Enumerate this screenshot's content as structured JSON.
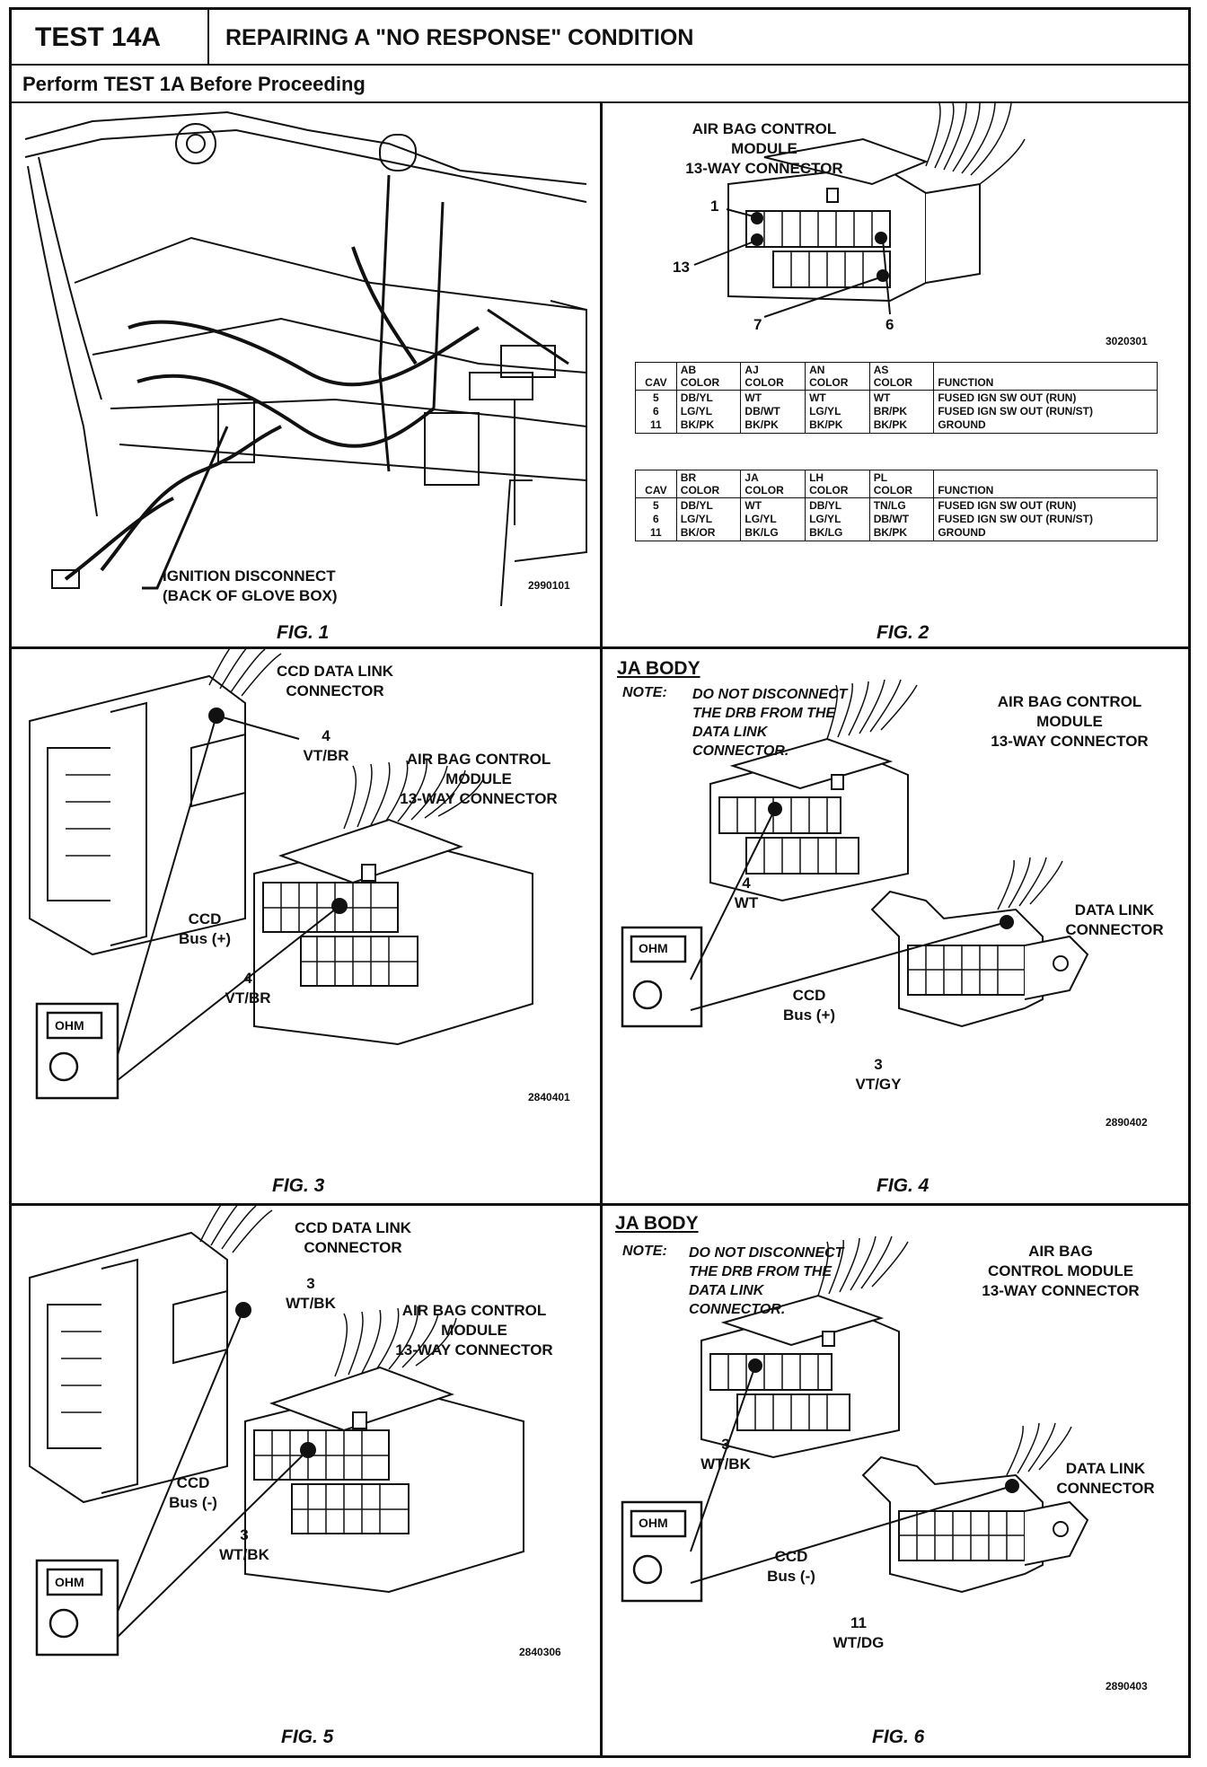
{
  "header": {
    "test_id": "TEST 14A",
    "title": "REPAIRING A \"NO RESPONSE\" CONDITION",
    "subtitle": "Perform TEST 1A Before Proceeding"
  },
  "fig1": {
    "callout": "IGNITION DISCONNECT\n(BACK OF GLOVE BOX)",
    "code": "2990101",
    "caption": "FIG. 1"
  },
  "fig2": {
    "title": "AIR BAG CONTROL\nMODULE\n13-WAY CONNECTOR",
    "pin_1": "1",
    "pin_13": "13",
    "pin_7": "7",
    "pin_6": "6",
    "code": "3020301",
    "caption": "FIG. 2",
    "table1": {
      "headers": [
        "CAV",
        "AB\nCOLOR",
        "AJ\nCOLOR",
        "AN\nCOLOR",
        "AS\nCOLOR",
        "FUNCTION"
      ],
      "rows": [
        [
          "5\n6\n11",
          "DB/YL\nLG/YL\nBK/PK",
          "WT\nDB/WT\nBK/PK",
          "WT\nLG/YL\nBK/PK",
          "WT\nBR/PK\nBK/PK",
          "FUSED IGN SW OUT (RUN)\nFUSED IGN SW OUT (RUN/ST)\nGROUND"
        ]
      ]
    },
    "table2": {
      "headers": [
        "CAV",
        "BR\nCOLOR",
        "JA\nCOLOR",
        "LH\nCOLOR",
        "PL\nCOLOR",
        "FUNCTION"
      ],
      "rows": [
        [
          "5\n6\n11",
          "DB/YL\nLG/YL\nBK/OR",
          "WT\nLG/YL\nBK/LG",
          "DB/YL\nLG/YL\nBK/LG",
          "TN/LG\nDB/WT\nBK/PK",
          "FUSED IGN SW OUT (RUN)\nFUSED IGN SW OUT (RUN/ST)\nGROUND"
        ]
      ]
    }
  },
  "fig3": {
    "data_link": "CCD DATA LINK\nCONNECTOR",
    "wire_top": "4\nVT/BR",
    "module": "AIR BAG CONTROL\nMODULE\n13-WAY CONNECTOR",
    "bus": "CCD\nBus (+)",
    "wire_bottom": "4\nVT/BR",
    "meter": "OHM",
    "code": "2840401",
    "caption": "FIG. 3"
  },
  "fig4": {
    "body": "JA BODY",
    "note_key": "NOTE:",
    "note": "DO NOT DISCONNECT\nTHE DRB FROM THE\nDATA LINK\nCONNECTOR.",
    "module": "AIR BAG CONTROL\nMODULE\n13-WAY CONNECTOR",
    "wire_top": "4\nWT",
    "data_link": "DATA LINK\nCONNECTOR",
    "bus": "CCD\nBus (+)",
    "wire_bottom": "3\nVT/GY",
    "meter": "OHM",
    "code": "2890402",
    "caption": "FIG. 4"
  },
  "fig5": {
    "data_link": "CCD DATA LINK\nCONNECTOR",
    "wire_top": "3\nWT/BK",
    "module": "AIR BAG CONTROL\nMODULE\n13-WAY CONNECTOR",
    "bus": "CCD\nBus (-)",
    "wire_bottom": "3\nWT/BK",
    "meter": "OHM",
    "code": "2840306",
    "caption": "FIG. 5"
  },
  "fig6": {
    "body": "JA BODY",
    "note_key": "NOTE:",
    "note": "DO NOT DISCONNECT\nTHE DRB FROM THE\nDATA LINK\nCONNECTOR.",
    "module": "AIR BAG\nCONTROL MODULE\n13-WAY CONNECTOR",
    "wire_top": "3\nWT/BK",
    "data_link": "DATA LINK\nCONNECTOR",
    "bus": "CCD\nBus (-)",
    "wire_bottom": "11\nWT/DG",
    "meter": "OHM",
    "code": "2890403",
    "caption": "FIG. 6"
  }
}
